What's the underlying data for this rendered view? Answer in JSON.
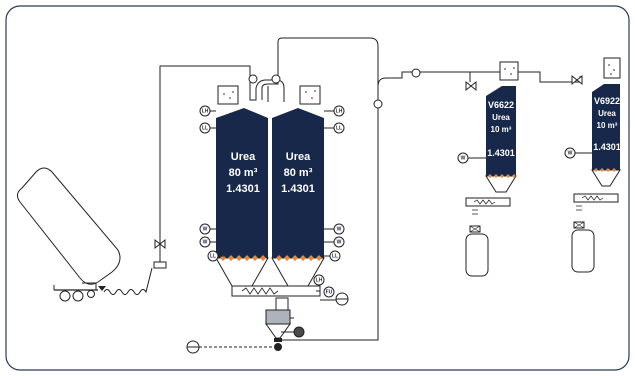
{
  "colors": {
    "vessel_fill": "#17284a",
    "accent_orange": "#e2873c",
    "border": "#2b3a55",
    "panel_bg": "#ffffff"
  },
  "silos": [
    {
      "product": "Urea",
      "volume": "80 m³",
      "material": "1.4301"
    },
    {
      "product": "Urea",
      "volume": "80 m³",
      "material": "1.4301"
    }
  ],
  "bins": [
    {
      "tag": "V6622",
      "product": "Urea",
      "volume": "10 m³",
      "material": "1.4301"
    },
    {
      "tag": "V6922",
      "product": "Urea",
      "volume": "10 m³",
      "material": "1.4301"
    }
  ],
  "instrument_tags": {
    "lh": "LH",
    "ll": "LL",
    "w": "W",
    "fu": "FU"
  },
  "icons": [
    "truck-tank-icon",
    "valve-icon",
    "dust-filter-icon",
    "blower-icon",
    "motor-icon",
    "weigh-icon",
    "container-icon"
  ]
}
